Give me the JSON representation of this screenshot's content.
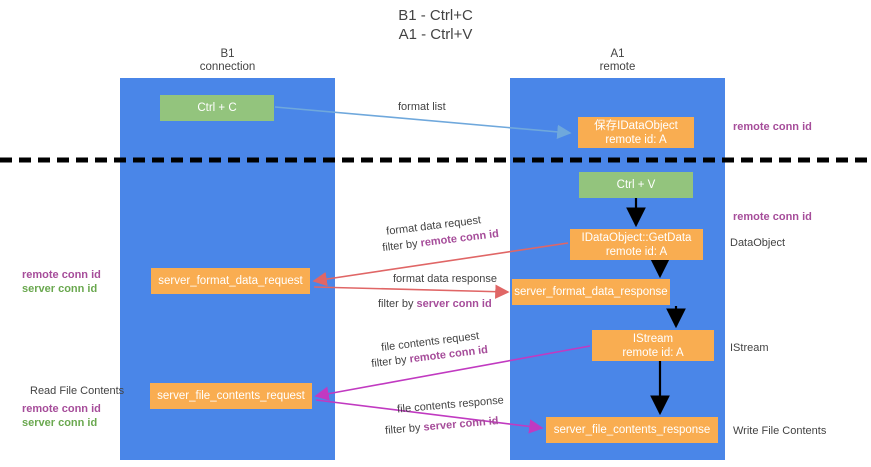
{
  "title": {
    "line1": "B1 - Ctrl+C",
    "line2": "A1 - Ctrl+V"
  },
  "columns": {
    "left": {
      "name": "B1",
      "role": "connection"
    },
    "right": {
      "name": "A1",
      "role": "remote"
    }
  },
  "boxes": {
    "ctrl_c": "Ctrl + C",
    "ctrl_v": "Ctrl + V",
    "dataobject_save": "保存IDataObject",
    "dataobject_save_sub": "remote id: A",
    "getdata": "IDataObject::GetData",
    "getdata_sub": "remote id: A",
    "istream": "IStream",
    "istream_sub": "remote id: A",
    "server_format_data_request": "server_format_data_request",
    "server_format_data_response": "server_format_data_response",
    "server_file_contents_request": "server_file_contents_request",
    "server_file_contents_response": "server_file_contents_response"
  },
  "flow_labels": {
    "format_list": "format list",
    "format_data_request": "format data request",
    "format_data_request_filter_prefix": "filter by ",
    "format_data_request_filter_key": "remote conn id",
    "format_data_response": "format data response",
    "format_data_response_filter_prefix": "filter by ",
    "format_data_response_filter_key": "server conn id",
    "file_contents_request": "file contents request",
    "file_contents_request_filter_prefix": "filter by ",
    "file_contents_request_filter_key": "remote conn id",
    "file_contents_response": "file contents response",
    "file_contents_response_filter_prefix": "filter by ",
    "file_contents_response_filter_key": "server conn id"
  },
  "annotations": {
    "right_remote_conn_id_1": "remote conn id",
    "right_remote_conn_id_2": "remote conn id",
    "right_dataobject": "DataObject",
    "right_istream": "IStream",
    "right_write_file_contents": "Write File Contents",
    "left_remote_conn_id_1": "remote conn id",
    "left_server_conn_id_1": "server conn id",
    "left_read_file_contents": "Read File Contents",
    "left_remote_conn_id_2": "remote conn id",
    "left_server_conn_id_2": "server conn id"
  },
  "colors": {
    "lane": "#4a86e8",
    "green_box": "#93c47d",
    "orange_box": "#f9ad51",
    "purple_text": "#a64d9a",
    "green_text": "#6aa84f",
    "arrow_blue": "#6fa8dc",
    "arrow_red": "#e06666",
    "arrow_magenta": "#c13ac1",
    "arrow_black": "#000000",
    "divider": "#000000"
  }
}
